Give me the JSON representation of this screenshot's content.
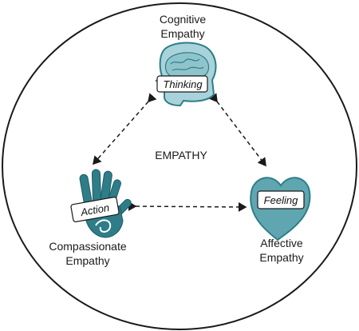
{
  "center_label": "EMPATHY",
  "nodes": {
    "cognitive": {
      "label_line1": "Cognitive",
      "label_line2": "Empathy",
      "tag": "Thinking",
      "icon": "brain-head-icon"
    },
    "affective": {
      "label_line1": "Affective",
      "label_line2": "Empathy",
      "tag": "Feeling",
      "icon": "heart-icon"
    },
    "compassionate": {
      "label_line1": "Compassionate",
      "label_line2": "Empathy",
      "tag": "Action",
      "icon": "hand-icon"
    }
  },
  "colors": {
    "teal_dark": "#2e7d88",
    "teal_light": "#a9d3da",
    "teal_mid": "#5fa6b1",
    "outline": "#1a1a1a"
  }
}
